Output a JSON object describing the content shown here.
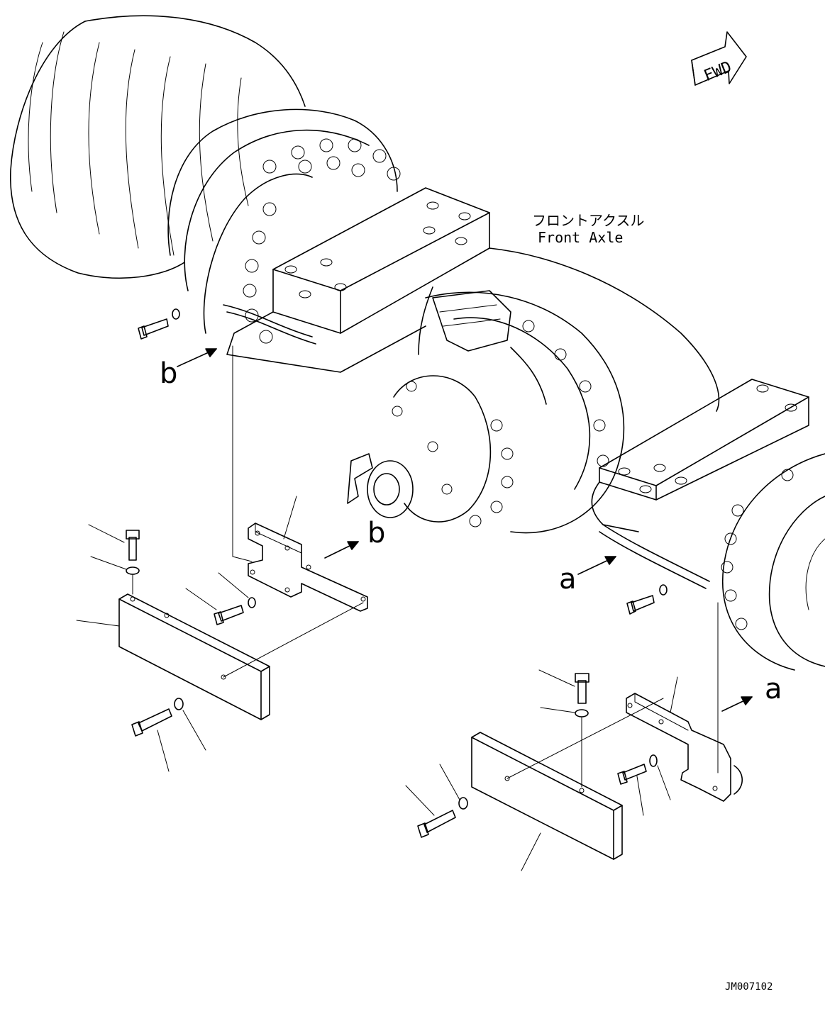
{
  "labels": {
    "part_name_jp": "フロントアクスル",
    "part_name_en": "Front Axle",
    "direction": "FWD",
    "ref_a": "a",
    "ref_b": "b",
    "drawing_id": "JM007102"
  }
}
